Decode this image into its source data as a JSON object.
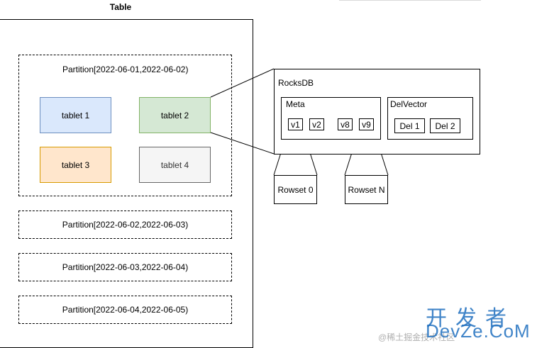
{
  "table": {
    "title": "Table",
    "partitions": [
      "Partition[2022-06-01,2022-06-02)",
      "Partition[2022-06-02,2022-06-03)",
      "Partition[2022-06-03,2022-06-04)",
      "Partition[2022-06-04,2022-06-05)"
    ],
    "tablets": [
      "tablet 1",
      "tablet 2",
      "tablet 3",
      "tablet 4"
    ]
  },
  "rocksdb": {
    "label": "RocksDB",
    "meta": {
      "label": "Meta",
      "versions": [
        "v1",
        "v2",
        "v8",
        "v9"
      ]
    },
    "delvector": {
      "label": "DelVector",
      "items": [
        "Del 1",
        "Del 2"
      ]
    }
  },
  "rowsets": [
    "Rowset 0",
    "Rowset N"
  ],
  "colors": {
    "tablet_1_fill": "#dae8fc",
    "tablet_1_stroke": "#6c8ebf",
    "tablet_2_fill": "#d5e8d4",
    "tablet_2_stroke": "#82b366",
    "tablet_3_fill": "#ffe6cc",
    "tablet_3_stroke": "#d79b00",
    "tablet_4_fill": "#f5f5f5",
    "tablet_4_stroke": "#666666"
  },
  "watermark": {
    "text": "@稀土掘金技术社区",
    "logo_top": "开发者",
    "logo_bottom": "DevZe.CoM"
  }
}
